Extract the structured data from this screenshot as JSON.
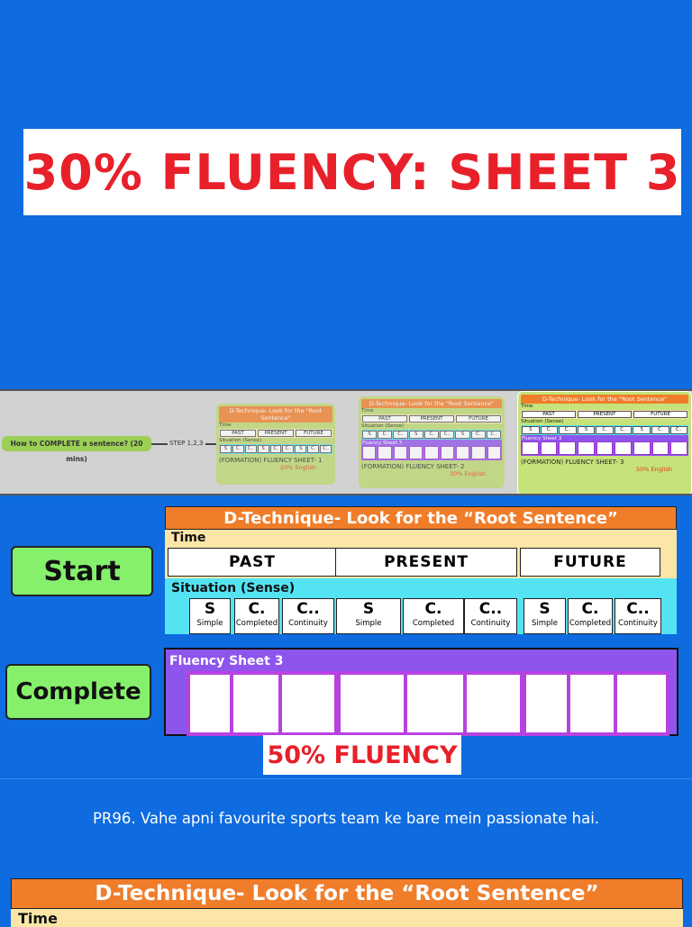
{
  "title": "30% FLUENCY: SHEET 3",
  "mindmap": {
    "root": "How to COMPLETE a sentence? (20 mins)",
    "step": "STEP 1,2,3",
    "sheets": [
      {
        "head": "D-Technique- Look for the \"Root Sentence\"",
        "caption": "(FORMATION) FLUENCY SHEET- 1",
        "sub": "20% English"
      },
      {
        "head": "D-Technique- Look for the \"Root Sentence\"",
        "caption": "(FORMATION) FLUENCY SHEET- 2",
        "sub": "30% English"
      },
      {
        "head": "D-Technique- Look for the \"Root Sentence\"",
        "caption": "(FORMATION) FLUENCY SHEET- 3",
        "sub": "50% English"
      }
    ],
    "time_label": "Time",
    "situation_label": "Situation (Sense)",
    "fluency_label": "Fluency Sheet 3",
    "time_cells": [
      "PAST",
      "PRESENT",
      "FUTURE"
    ],
    "sit_cells": [
      "S",
      "C.",
      "C..",
      "S",
      "C.",
      "C..",
      "S",
      "C.",
      "C.."
    ]
  },
  "diagram": {
    "start_label": "Start",
    "complete_label": "Complete",
    "header": "D-Technique- Look for the “Root Sentence”",
    "time_label": "Time",
    "time_cells": [
      "PAST",
      "PRESENT",
      "FUTURE"
    ],
    "situation_label": "Situation (Sense)",
    "situation_cells": [
      {
        "big": "S",
        "small": "Simple"
      },
      {
        "big": "C.",
        "small": "Completed"
      },
      {
        "big": "C..",
        "small": "Continuity"
      },
      {
        "big": "S",
        "small": "Simple"
      },
      {
        "big": "C.",
        "small": "Completed"
      },
      {
        "big": "C..",
        "small": "Continuity"
      },
      {
        "big": "S",
        "small": "Simple"
      },
      {
        "big": "C.",
        "small": "Completed"
      },
      {
        "big": "C..",
        "small": "Continuity"
      }
    ],
    "fluency_label": "Fluency Sheet 3",
    "percent_label": "50% FLUENCY"
  },
  "prompt": "PR96. Vahe apni favourite sports team ke bare mein passionate hai.",
  "diagram2": {
    "header": "D-Technique- Look for the “Root Sentence”",
    "time_label": "Time"
  },
  "colors": {
    "background": "#0e6be0",
    "title_red": "#e8202a",
    "header_orange": "#f07d2a",
    "time_yellow": "#fbe6a8",
    "situation_cyan": "#54e3f3",
    "fluency_purple": "#8e55ec",
    "button_green": "#86f06c"
  }
}
